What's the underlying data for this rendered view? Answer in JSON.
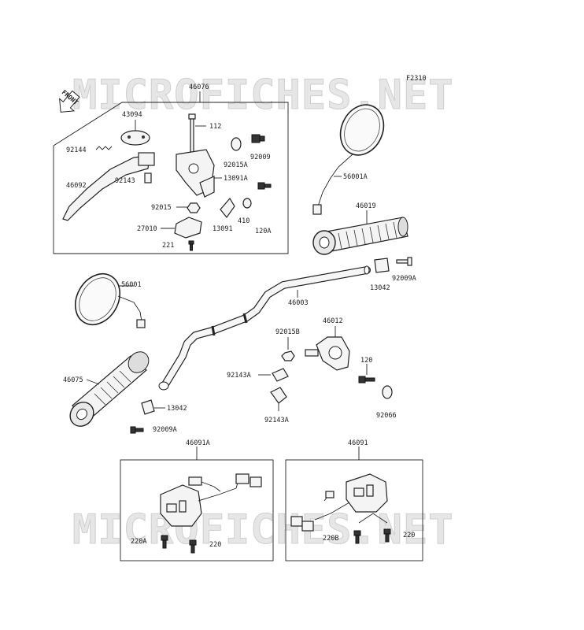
{
  "diagram_code": "F2310",
  "front_label": "FRONT",
  "watermark": "MICROFICHES.NET",
  "labels": {
    "p46076": "46076",
    "p43094": "43094",
    "p112": "112",
    "p92144": "92144",
    "p92015A": "92015A",
    "p92009": "92009",
    "p46092": "46092",
    "p92143": "92143",
    "p13091A": "13091A",
    "p92015": "92015",
    "p410": "410",
    "p27010": "27010",
    "p13091": "13091",
    "p120A": "120A",
    "p221": "221",
    "p56001A": "56001A",
    "p46019": "46019",
    "p13042a": "13042",
    "p92009A_a": "92009A",
    "p56001": "56001",
    "p46003": "46003",
    "p46012": "46012",
    "p92015B": "92015B",
    "p92143A_a": "92143A",
    "p120": "120",
    "p46075": "46075",
    "p13042b": "13042",
    "p92143A_b": "92143A",
    "p92066": "92066",
    "p92009A_b": "92009A",
    "p46091A": "46091A",
    "p46091": "46091",
    "p220A": "220A",
    "p220a": "220",
    "p220B": "220B",
    "p220b": "220"
  }
}
